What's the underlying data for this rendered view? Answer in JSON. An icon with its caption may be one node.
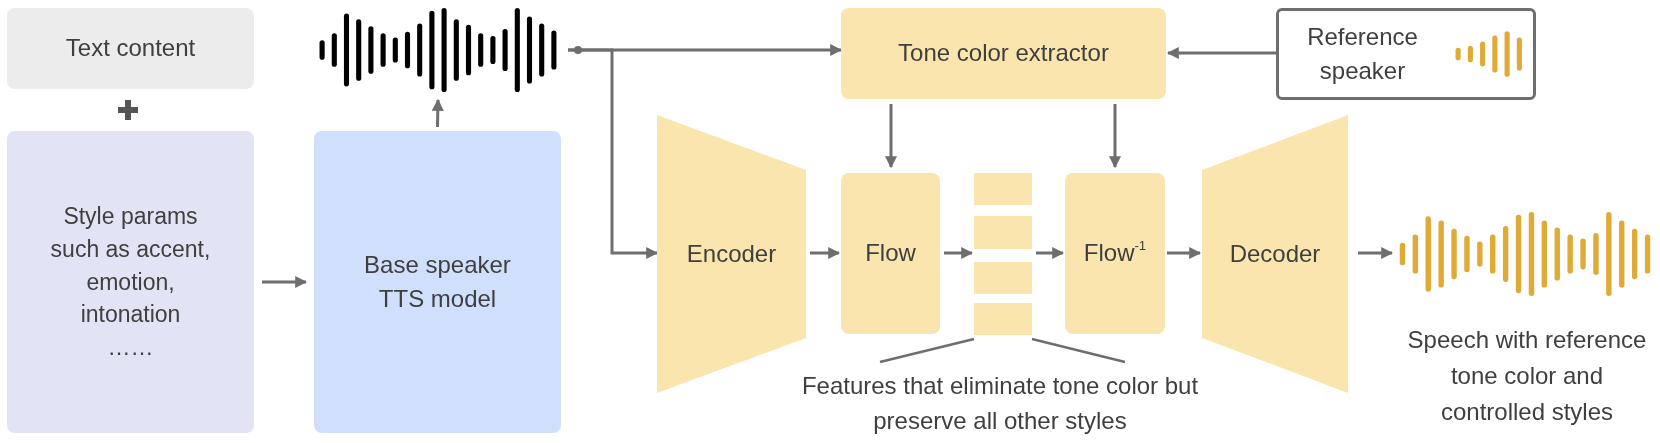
{
  "diagram": {
    "nodes": [
      {
        "text": [
          "Text content"
        ]
      },
      {
        "text": [
          "Style params such as accent, emotion, intonation",
          "……"
        ]
      },
      {
        "text": [
          "Base speaker TTS model"
        ]
      },
      {
        "text": [],
        "shape": "picture"
      },
      {
        "text": [
          "Tone color extractor"
        ]
      },
      {
        "text": [
          "Reference speaker"
        ]
      },
      {
        "text": [
          "Encoder"
        ]
      },
      {
        "text": [
          "Flow"
        ]
      },
      {
        "text": [],
        "shape": "box"
      },
      {
        "text": [
          "Flow$^{-1}$"
        ]
      },
      {
        "text": [
          "Decoder"
        ]
      },
      {
        "text": [],
        "shape": "picture",
        "beside": [
          "Speech with reference tone color and controlled styles"
        ]
      },
      {
        "text": [
          "Features that eliminate tone color but preserve all other styles"
        ]
      }
    ],
    "edges": [
      {
        "from": 1,
        "to": 2,
        "arrow": "to"
      },
      {
        "from": 2,
        "to": 3,
        "arrow": "to"
      },
      {
        "from": 3,
        "to": 4,
        "arrow": "to"
      },
      {
        "from": 3,
        "to": 6,
        "arrow": "to"
      },
      {
        "from": 5,
        "to": 4,
        "arrow": "to"
      },
      {
        "from": 4,
        "to": 7,
        "arrow": "to"
      },
      {
        "from": 4,
        "to": 9,
        "arrow": "to"
      },
      {
        "from": 6,
        "to": 7,
        "arrow": "to"
      },
      {
        "from": 7,
        "to": 8,
        "arrow": "to"
      },
      {
        "from": 8,
        "to": 9,
        "arrow": "to"
      },
      {
        "from": 9,
        "to": 10,
        "arrow": "to"
      },
      {
        "from": 10,
        "to": 11,
        "arrow": "to"
      },
      {
        "from": 12,
        "to": 8,
        "arrow": "none"
      },
      {
        "from": 12,
        "to": 8,
        "arrow": "none"
      }
    ]
  }
}
